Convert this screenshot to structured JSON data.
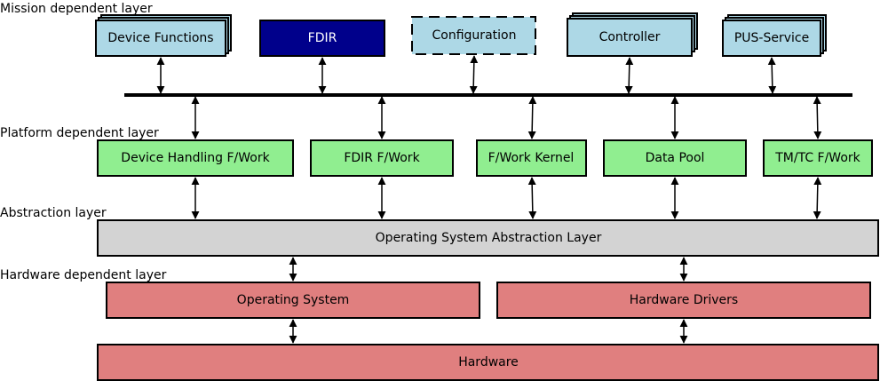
{
  "layers": {
    "mission": "Mission dependent layer",
    "platform": "Platform dependent layer",
    "abstraction": "Abstraction layer",
    "hardware": "Hardware dependent layer"
  },
  "mission_boxes": {
    "device_functions": "Device Functions",
    "fdir": "FDIR",
    "configuration": "Configuration",
    "controller": "Controller",
    "pus_service": "PUS-Service"
  },
  "platform_boxes": {
    "device_handling": "Device Handling F/Work",
    "fdir_fwork": "FDIR F/Work",
    "fwork_kernel": "F/Work Kernel",
    "data_pool": "Data Pool",
    "tmtc_fwork": "TM/TC F/Work"
  },
  "abstraction_boxes": {
    "osal": "Operating System Abstraction Layer"
  },
  "hardware_boxes": {
    "operating_system": "Operating System",
    "hardware_drivers": "Hardware Drivers",
    "hardware": "Hardware"
  },
  "colors": {
    "mission": "#add8e6",
    "fdir": "#00008b",
    "platform": "#90ee90",
    "abstraction": "#d3d3d3",
    "hardware": "#e07f7f",
    "bus": "#000000"
  }
}
